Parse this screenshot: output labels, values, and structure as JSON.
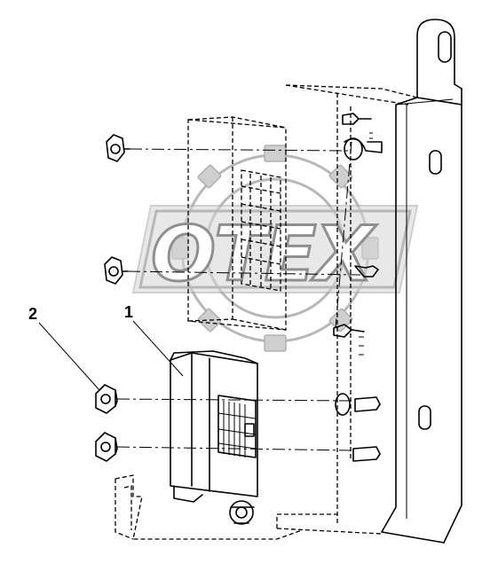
{
  "diagram": {
    "watermark_text": "OTEX",
    "callouts": [
      {
        "id": "callout-1",
        "label": "1"
      },
      {
        "id": "callout-2",
        "label": "2"
      }
    ]
  }
}
